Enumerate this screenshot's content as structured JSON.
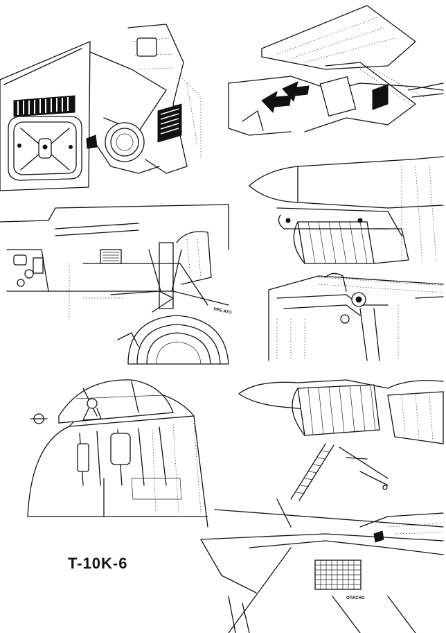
{
  "caption": "T-10K-6",
  "labels": {
    "gear_marking": "ПРЕ-АТО",
    "panel_warning": "ОПАСНО"
  }
}
